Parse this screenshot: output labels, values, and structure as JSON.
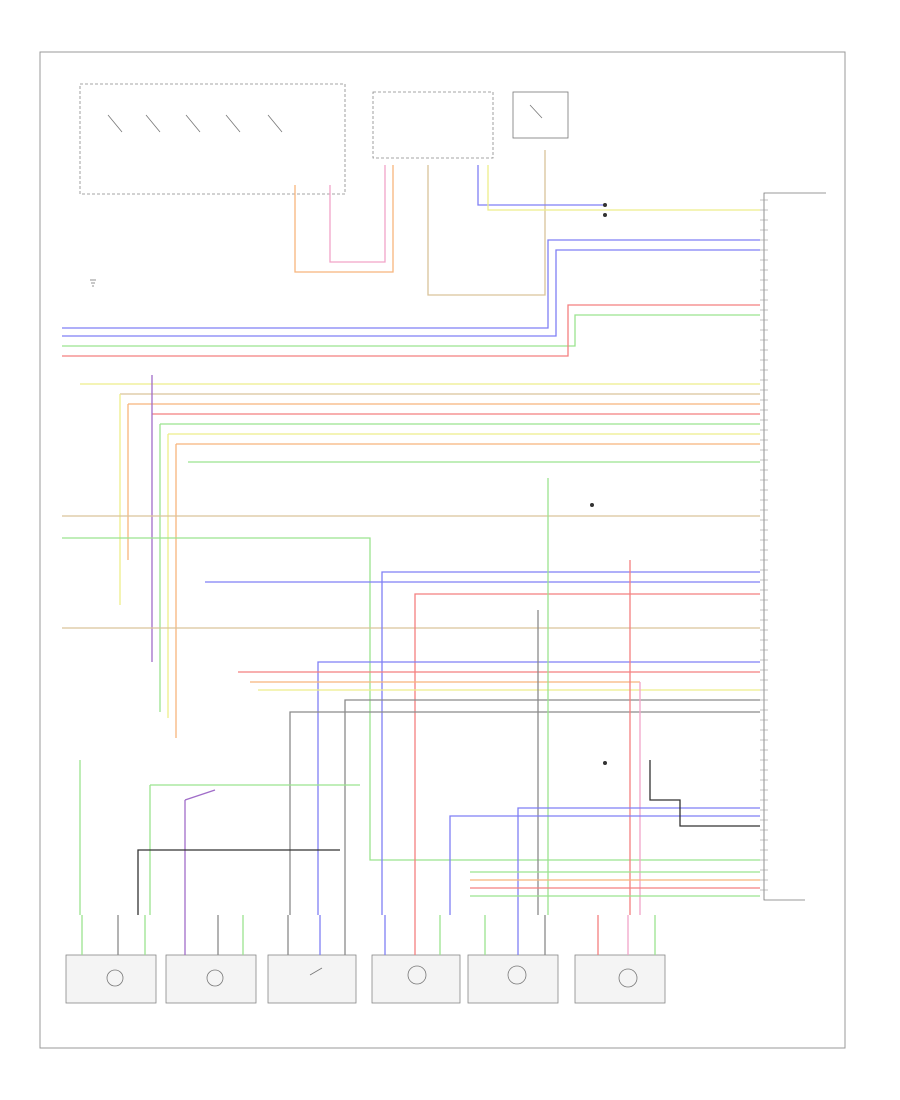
{
  "colors": {
    "blue": "#7f7ff5",
    "orange": "#f7b57c",
    "green": "#9be38f",
    "red": "#f47f7f",
    "pink": "#f2a3c8",
    "yellow": "#eeee8a",
    "tan": "#d9c39a",
    "purple": "#a06cc8",
    "gray": "#8a8a8a",
    "black": "#333333"
  },
  "icons": {
    "motor": "motor-icon",
    "switch": "switch-icon",
    "ground": "ground-icon",
    "splice": "splice-dot-icon"
  },
  "components": [
    {
      "id": "seat-heater-control"
    },
    {
      "id": "fuse-panel"
    },
    {
      "id": "relay"
    },
    {
      "id": "seat-control-module"
    },
    {
      "id": "connector-upper"
    },
    {
      "id": "connector-mid"
    },
    {
      "id": "connector-lower"
    },
    {
      "id": "motor-1"
    },
    {
      "id": "motor-2"
    },
    {
      "id": "switch-3"
    },
    {
      "id": "motor-4"
    },
    {
      "id": "motor-5"
    },
    {
      "id": "motor-6"
    }
  ]
}
